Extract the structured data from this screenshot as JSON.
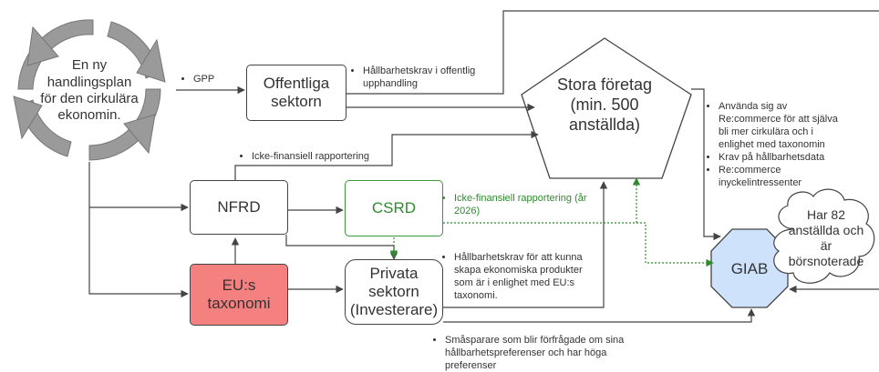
{
  "cycle": {
    "label": "En ny handlingsplan för den cirkulära ekonomin."
  },
  "nodes": {
    "offentliga": "Offentliga sektorn",
    "stora": "Stora företag (min. 500 anställda)",
    "nfrd": "NFRD",
    "csrd": "CSRD",
    "eu_taxonomi": "EU:s taxonomi",
    "privata": "Privata sektorn (Investerare)",
    "giab": "GIAB",
    "cloud": "Har 82 anställda och är börsnoterade"
  },
  "notes": {
    "gpp": [
      "GPP"
    ],
    "hallbarhetskrav_offentlig": [
      "Hållbarhetskrav i offentlig upphandling"
    ],
    "icke_finansiell": [
      "Icke-finansiell rapportering"
    ],
    "csrd_note": [
      "Icke-finansiell rapportering (år 2026)"
    ],
    "privata_krav": [
      "Hållbarhetskrav för att kunna skapa ekonomiska produkter som är i enlighet med EU:s taxonomi."
    ],
    "smasparare": [
      "Småsparare som blir förfrågade om sina hållbarhetspreferenser och har höga preferenser"
    ],
    "stora_list": [
      "Använda sig av Re:commerce för att själva bli mer cirkulära och i enlighet med taxonomin",
      "Krav på hållbarhetsdata",
      "Re:commerce inyckelintressenter"
    ]
  },
  "colors": {
    "cycle": "#9a9a9a",
    "red_box": "#f58080",
    "giab_fill": "#cfe2fb",
    "green": "#2e8b2e"
  }
}
